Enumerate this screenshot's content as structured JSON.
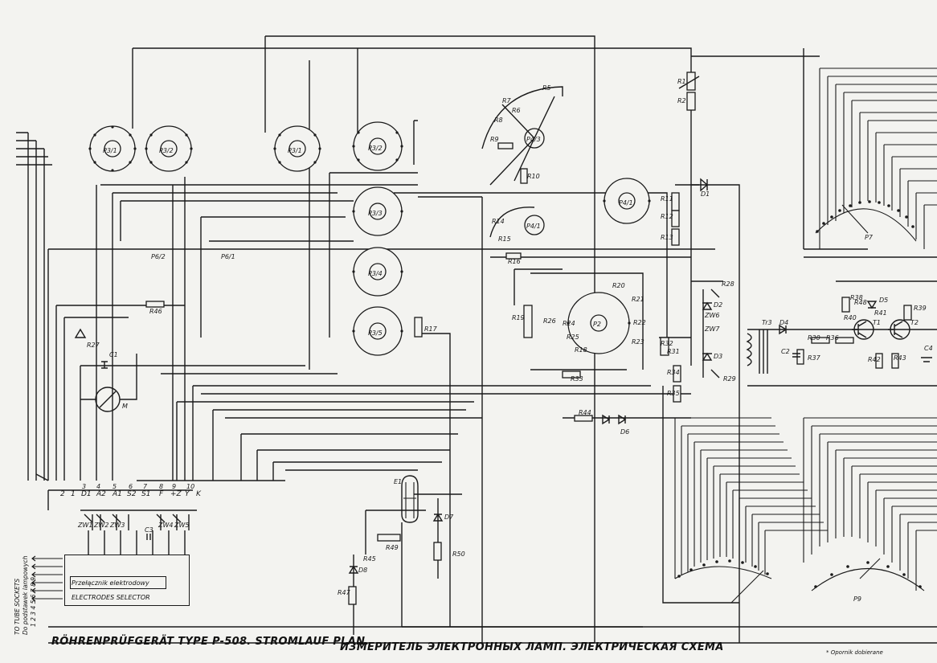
{
  "titles": {
    "german": "RÖHRENPRÜFGERÄT TYPE P-508. STROMLAUF PLAN.",
    "russian": "ИЗМЕРИТЕЛЬ ЭЛЕКТРОННЫХ ЛАМП. ЭЛЕКТРИЧЕСКАЯ СХЕМА",
    "footnote": "* Opornik dobierane"
  },
  "side_labels": {
    "tube_sockets": "TO TUBE SOCKETS",
    "polish_sockets": "Do podstawek lampowych",
    "socket_numbers": "1 2 3 4 5 6 7 8 9"
  },
  "selector": {
    "polish": "Przełącznik elektrodowy",
    "english": "ELECTRODES SELECTOR"
  },
  "switches": {
    "p3_1": "P3/1",
    "p3_2": "P3/2",
    "p3_3": "P3/3",
    "p3_4": "P3/4",
    "p3_5": "P3/5",
    "p3_1b": "P3/1",
    "p3_2b": "P3/2",
    "p4_1": "P4/1",
    "p4_3": "P4/3",
    "p4_1b": "P4/1",
    "p2": "P2",
    "p6_2": "P6/2",
    "p6_1": "P6/1",
    "p7": "P7",
    "p9": "P9"
  },
  "terminals": [
    "2",
    "1",
    "D1",
    "A2",
    "A1",
    "S2",
    "S1",
    "F",
    "+Z",
    "Y",
    "K"
  ],
  "terminal_nums": [
    "3",
    "4",
    "5",
    "6",
    "7",
    "8",
    "9",
    "10"
  ],
  "components": {
    "r1": "R1",
    "r2": "R2",
    "r5": "R5",
    "r6": "R6",
    "r7": "R7",
    "r8": "R8",
    "r9": "R9",
    "r10": "R10",
    "r11": "R11",
    "r12": "R12",
    "r13": "R13",
    "r14": "R14",
    "r15": "R15",
    "r16": "R16",
    "r17": "R17",
    "r18": "R18",
    "r19": "R19",
    "r20": "R20",
    "r21": "R21",
    "r22": "R22",
    "r23": "R23",
    "r24": "R24",
    "r25": "R25",
    "r26": "R26",
    "r27": "R27",
    "r28": "R28",
    "r29": "R29",
    "r30": "R30",
    "r31": "R31",
    "r32": "R32",
    "r33": "R33",
    "r34": "R34",
    "r35": "R35",
    "r36": "R36",
    "r37": "R37",
    "r38": "R38",
    "r39": "R39",
    "r40": "R40",
    "r41": "R41",
    "r42": "R42",
    "r43": "R43",
    "r44": "R44",
    "r45": "R45",
    "r46": "R46",
    "r47": "R47",
    "r48": "R48",
    "r49": "R49",
    "r50": "R50",
    "d1": "D1",
    "d2": "D2",
    "d3": "D3",
    "d4": "D4",
    "d5": "D5",
    "d6": "D6",
    "d7": "D7",
    "d8": "D8",
    "c1": "C1",
    "c2": "C2",
    "c3": "C3",
    "c4": "C4",
    "m": "M",
    "e1": "E1",
    "tr": "Tr3",
    "t1": "T1",
    "t2": "T2",
    "zw1": "ZW1",
    "zw2": "ZW2",
    "zw3": "ZW3",
    "zw4": "ZW4",
    "zw5": "ZW5",
    "zw6": "ZW6",
    "zw7": "ZW7"
  }
}
